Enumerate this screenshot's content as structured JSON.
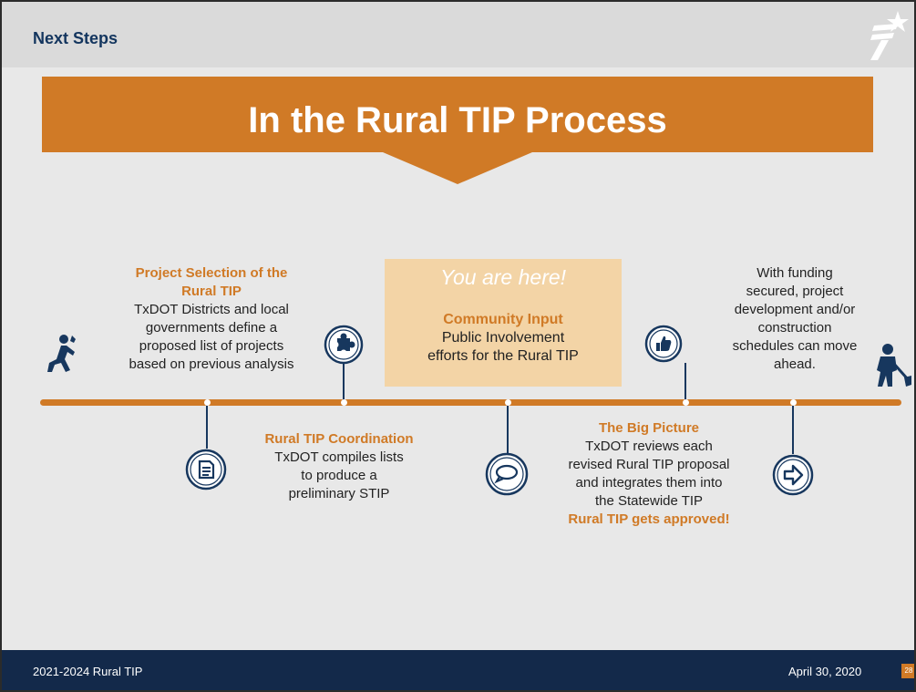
{
  "header": {
    "title": "Next Steps"
  },
  "banner": {
    "title": "In the Rural TIP Process"
  },
  "you_are_here": "You are here!",
  "steps": {
    "selection": {
      "title_line1": "Project Selection of the",
      "title_line2": "Rural TIP",
      "body": [
        "TxDOT Districts and local",
        "governments define a",
        "proposed list of projects",
        "based on previous analysis"
      ]
    },
    "coordination": {
      "title": "Rural TIP Coordination",
      "body": [
        "TxDOT compiles lists",
        "to produce a",
        "preliminary STIP"
      ]
    },
    "community": {
      "title": "Community Input",
      "body": [
        "Public Involvement",
        "efforts for the Rural TIP"
      ]
    },
    "big_picture": {
      "title": "The Big Picture",
      "body": [
        "TxDOT reviews each",
        "revised Rural TIP proposal",
        "and integrates them into",
        "the Statewide TIP"
      ],
      "approved": "Rural TIP gets approved!"
    },
    "funding": {
      "body": [
        "With funding",
        "secured, project",
        "development and/or",
        "construction",
        "schedules can move",
        "ahead."
      ]
    }
  },
  "icons": [
    "runner-icon",
    "puzzle-icon",
    "document-icon",
    "chat-bubble-icon",
    "thumbs-up-icon",
    "arrow-right-icon",
    "worker-shovel-icon",
    "texas-star-logo"
  ],
  "colors": {
    "accent": "#d07a26",
    "navy": "#13294a",
    "highlight_box": "#f3d4a6"
  },
  "footer": {
    "left": "2021-2024 Rural TIP",
    "date": "April 30, 2020",
    "page": "28"
  }
}
